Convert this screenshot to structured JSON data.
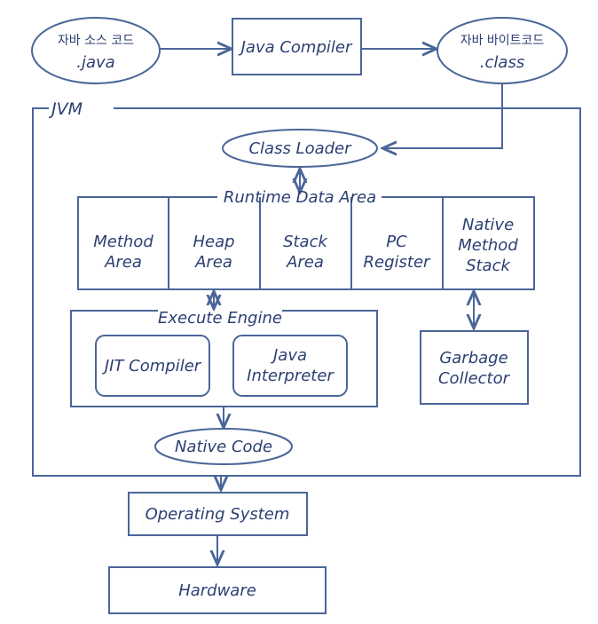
{
  "source": {
    "line1": "자바 소스 코드",
    "line2": ".java"
  },
  "compiler": "Java Compiler",
  "bytecode": {
    "line1": "자바 바이트코드",
    "line2": ".class"
  },
  "jvm": {
    "label": "JVM",
    "class_loader": "Class Loader",
    "runtime_data_area": {
      "label": "Runtime Data Area",
      "method_area": [
        "Method",
        "Area"
      ],
      "heap_area": [
        "Heap",
        "Area"
      ],
      "stack_area": [
        "Stack",
        "Area"
      ],
      "pc_register": [
        "PC",
        "Register"
      ],
      "native_method_stack": [
        "Native",
        "Method",
        "Stack"
      ]
    },
    "execute_engine": {
      "label": "Execute Engine",
      "jit_compiler": "JIT Compiler",
      "java_interpreter": [
        "Java",
        "Interpreter"
      ]
    },
    "garbage_collector": [
      "Garbage",
      "Collector"
    ],
    "native_code": "Native Code"
  },
  "operating_system": "Operating System",
  "hardware": "Hardware",
  "colors": {
    "stroke": "#4a6699",
    "text": "#2c3f73",
    "fill": "#ffffff"
  }
}
